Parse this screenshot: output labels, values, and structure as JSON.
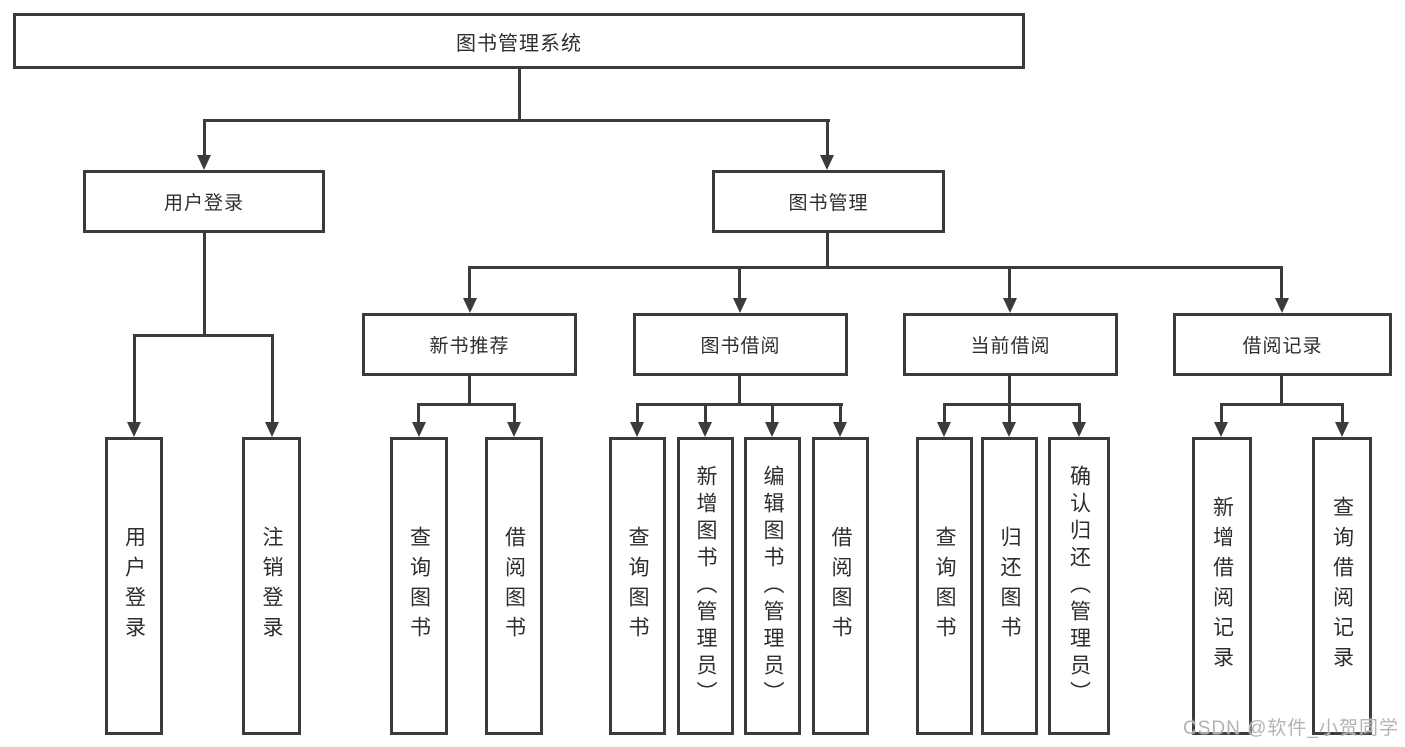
{
  "diagram": {
    "title": "图书管理系统",
    "type": "hierarchy-tree",
    "colors": {
      "line": "#3b3b3b",
      "box_border": "#3b3b3b",
      "box_bg": "#ffffff",
      "text": "#2e2e2e",
      "watermark": "#b3b3b3"
    },
    "nodes": {
      "root": {
        "label": "图书管理系统",
        "parent": null
      },
      "user_login": {
        "label": "用户登录",
        "parent": "root"
      },
      "book_mgmt": {
        "label": "图书管理",
        "parent": "root"
      },
      "new_book_rec": {
        "label": "新书推荐",
        "parent": "book_mgmt"
      },
      "book_borrow": {
        "label": "图书借阅",
        "parent": "book_mgmt"
      },
      "current_borrow": {
        "label": "当前借阅",
        "parent": "book_mgmt"
      },
      "borrow_record": {
        "label": "借阅记录",
        "parent": "book_mgmt"
      },
      "leaf_user_login": {
        "label": "用户登录",
        "parent": "user_login"
      },
      "leaf_logout": {
        "label": "注销登录",
        "parent": "user_login"
      },
      "leaf_query_book_rec": {
        "label": "查询图书",
        "parent": "new_book_rec"
      },
      "leaf_borrow_book_rec": {
        "label": "借阅图书",
        "parent": "new_book_rec"
      },
      "leaf_query_book_borrow": {
        "label": "查询图书",
        "parent": "book_borrow"
      },
      "leaf_add_book": {
        "label": "新增图书（管理员）",
        "parent": "book_borrow"
      },
      "leaf_edit_book": {
        "label": "编辑图书（管理员）",
        "parent": "book_borrow"
      },
      "leaf_borrow_book": {
        "label": "借阅图书",
        "parent": "book_borrow"
      },
      "leaf_query_book_cur": {
        "label": "查询图书",
        "parent": "current_borrow"
      },
      "leaf_return_book": {
        "label": "归还图书",
        "parent": "current_borrow"
      },
      "leaf_confirm_return": {
        "label": "确认归还（管理员）",
        "parent": "current_borrow"
      },
      "leaf_add_record": {
        "label": "新增借阅记录",
        "parent": "borrow_record"
      },
      "leaf_query_record": {
        "label": "查询借阅记录",
        "parent": "borrow_record"
      }
    },
    "watermark": "CSDN @软件_小贺同学"
  }
}
